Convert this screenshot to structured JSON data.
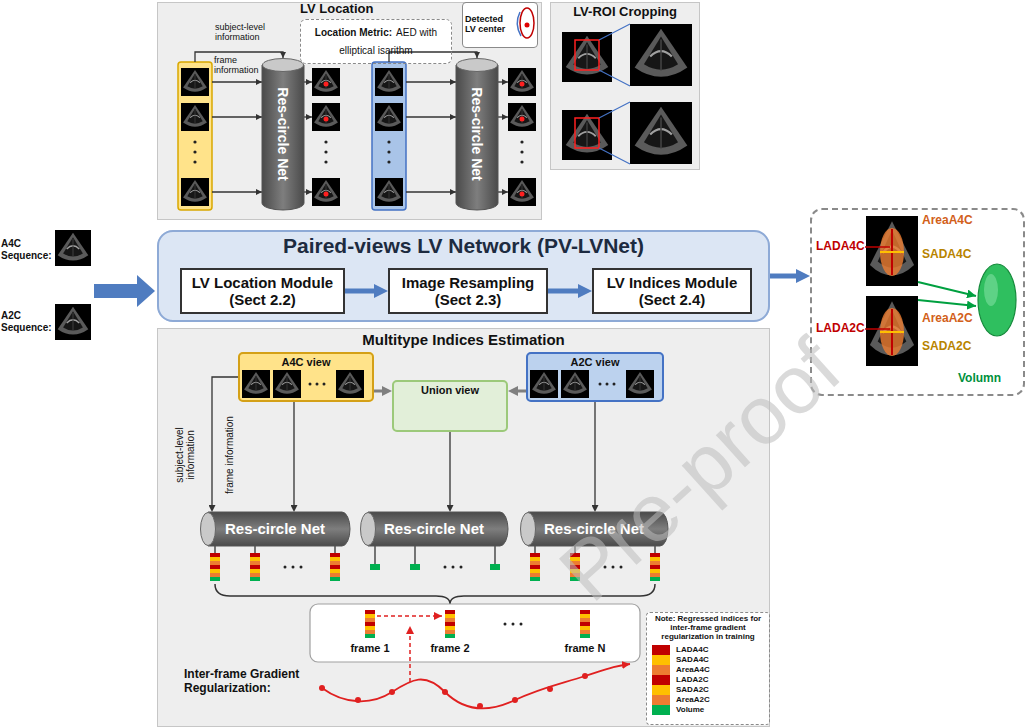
{
  "diagram": {
    "nodes": [
      {
        "text": [
          "LV Location"
        ]
      },
      {
        "text": [
          "Res-circle Net"
        ],
        "in": 0
      },
      {
        "text": [
          "Location Metric:",
          "AED with elliptical isarithm"
        ],
        "in": 0
      },
      {
        "text": [
          "Detected LV center"
        ],
        "in": 0
      },
      {
        "text": [
          "Res-circle Net"
        ],
        "in": 0
      },
      {
        "text": [
          "LV-ROI Cropping"
        ]
      },
      {
        "text": [
          "Paired-views LV Network (PV-LVNet)"
        ]
      },
      {
        "text": [
          "LV Location Module (Sect 2.2)"
        ],
        "in": 6
      },
      {
        "text": [
          "Image Resampling (Sect 2.3)"
        ],
        "in": 6
      },
      {
        "text": [
          "LV Indices Module (Sect 2.4)"
        ],
        "in": 6
      },
      {
        "text": [
          "LADA4C",
          "AreaA4C",
          "SADA4C",
          "LADA2C",
          "AreaA2C",
          "SADA2C",
          "Volumn"
        ]
      },
      {
        "text": [
          "Multitype Indices Estimation"
        ]
      },
      {
        "text": [
          "A4C view"
        ],
        "in": 11
      },
      {
        "text": [
          "Union view"
        ],
        "in": 11
      },
      {
        "text": [
          "A2C view"
        ],
        "in": 11
      },
      {
        "text": [
          "Res-circle Net"
        ],
        "in": 11
      },
      {
        "text": [
          "Res-circle Net"
        ],
        "in": 11
      },
      {
        "text": [
          "Res-circle Net"
        ],
        "in": 11
      },
      {
        "text": [
          "Note: Regressed indices for inter-frame gradient regularization in training"
        ],
        "in": 11
      }
    ],
    "edges": [
      {
        "from": 7,
        "to": 8,
        "arrow": "to"
      },
      {
        "from": 8,
        "to": 9,
        "arrow": "to"
      },
      {
        "from": 6,
        "to": 10,
        "arrow": "to"
      },
      {
        "from": 12,
        "to": 13,
        "arrow": "to"
      },
      {
        "from": 14,
        "to": 13,
        "arrow": "to"
      },
      {
        "from": 12,
        "to": 15,
        "arrow": "to"
      },
      {
        "from": 12,
        "to": 15,
        "arrow": "to"
      },
      {
        "from": 13,
        "to": 16,
        "arrow": "to"
      },
      {
        "from": 14,
        "to": 17,
        "arrow": "to"
      }
    ],
    "labels": [
      "A4C Sequence:",
      "A2C Sequence:",
      "subject-level information",
      "frame information",
      "subject-level information",
      "frame information",
      "frame 1",
      "frame 2",
      "frame N",
      "Inter-frame Gradient Regularization:",
      "Pre-proof"
    ],
    "legend": [
      {
        "text": "LADA4C",
        "color": "#c00000"
      },
      {
        "text": "SADA4C",
        "color": "#ffc000"
      },
      {
        "text": "AreaA4C",
        "color": "#ed7d31"
      },
      {
        "text": "LADA2C",
        "color": "#c00000"
      },
      {
        "text": "SADA2C",
        "color": "#ffc000"
      },
      {
        "text": "AreaA2C",
        "color": "#ed7d31"
      },
      {
        "text": "Volume",
        "color": "#00b050"
      }
    ]
  }
}
